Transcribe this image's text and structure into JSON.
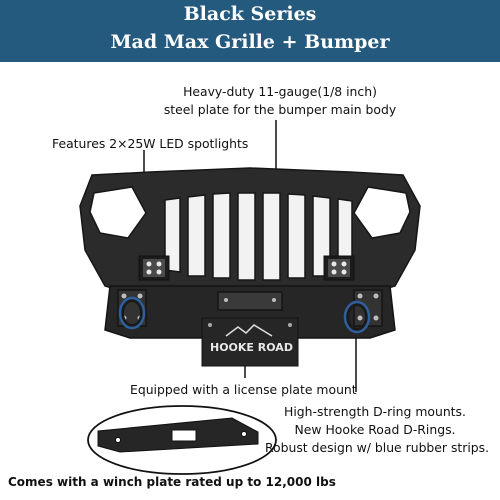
{
  "banner": {
    "line1": "Black Series",
    "line2": "Mad Max Grille + Bumper",
    "bg_color": "#245a7e"
  },
  "callouts": {
    "steel_line1": "Heavy-duty 11-gauge(1/8 inch)",
    "steel_line2": "steel plate for the bumper main body",
    "led": "Features 2×25W LED spotlights",
    "license": "Equipped with a license plate mount",
    "dring_line1": "High-strength D-ring mounts.",
    "dring_line2": "New Hooke Road D-Rings.",
    "dring_line3": "Robust design w/ blue rubber strips.",
    "winch": "Comes with a winch plate rated up to 12,000 lbs"
  },
  "plate": {
    "text": "HOOKE ROAD"
  },
  "colors": {
    "steel": "#2a2a2a",
    "rubber": "#2f5f9e"
  }
}
